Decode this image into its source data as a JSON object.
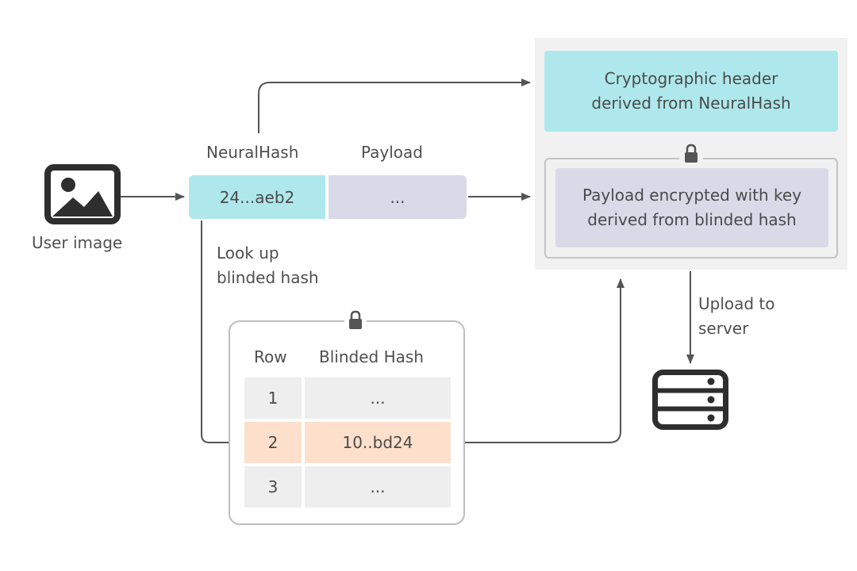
{
  "image_label": "User image",
  "record": {
    "neuralhash_label": "NeuralHash",
    "payload_label": "Payload",
    "neuralhash_value": "24...aeb2",
    "payload_value": "..."
  },
  "lookup_label_line1": "Look up",
  "lookup_label_line2": "blinded hash",
  "table": {
    "headers": [
      "Row",
      "Blinded Hash"
    ],
    "rows": [
      {
        "row": "1",
        "hash": "..."
      },
      {
        "row": "2",
        "hash": "10..bd24"
      },
      {
        "row": "3",
        "hash": "..."
      }
    ]
  },
  "voucher": {
    "header_line1": "Cryptographic header",
    "header_line2": "derived from NeuralHash",
    "payload_line1": "Payload encrypted with key",
    "payload_line2": "derived from blinded hash"
  },
  "upload_label_line1": "Upload to",
  "upload_label_line2": "server",
  "colors": {
    "teal": "#aee8ec",
    "lavender": "#d9d9e8",
    "peach": "#fde0cc",
    "panel": "#f1f1f1",
    "cell_gray": "#eeeeee",
    "line": "#555555"
  }
}
